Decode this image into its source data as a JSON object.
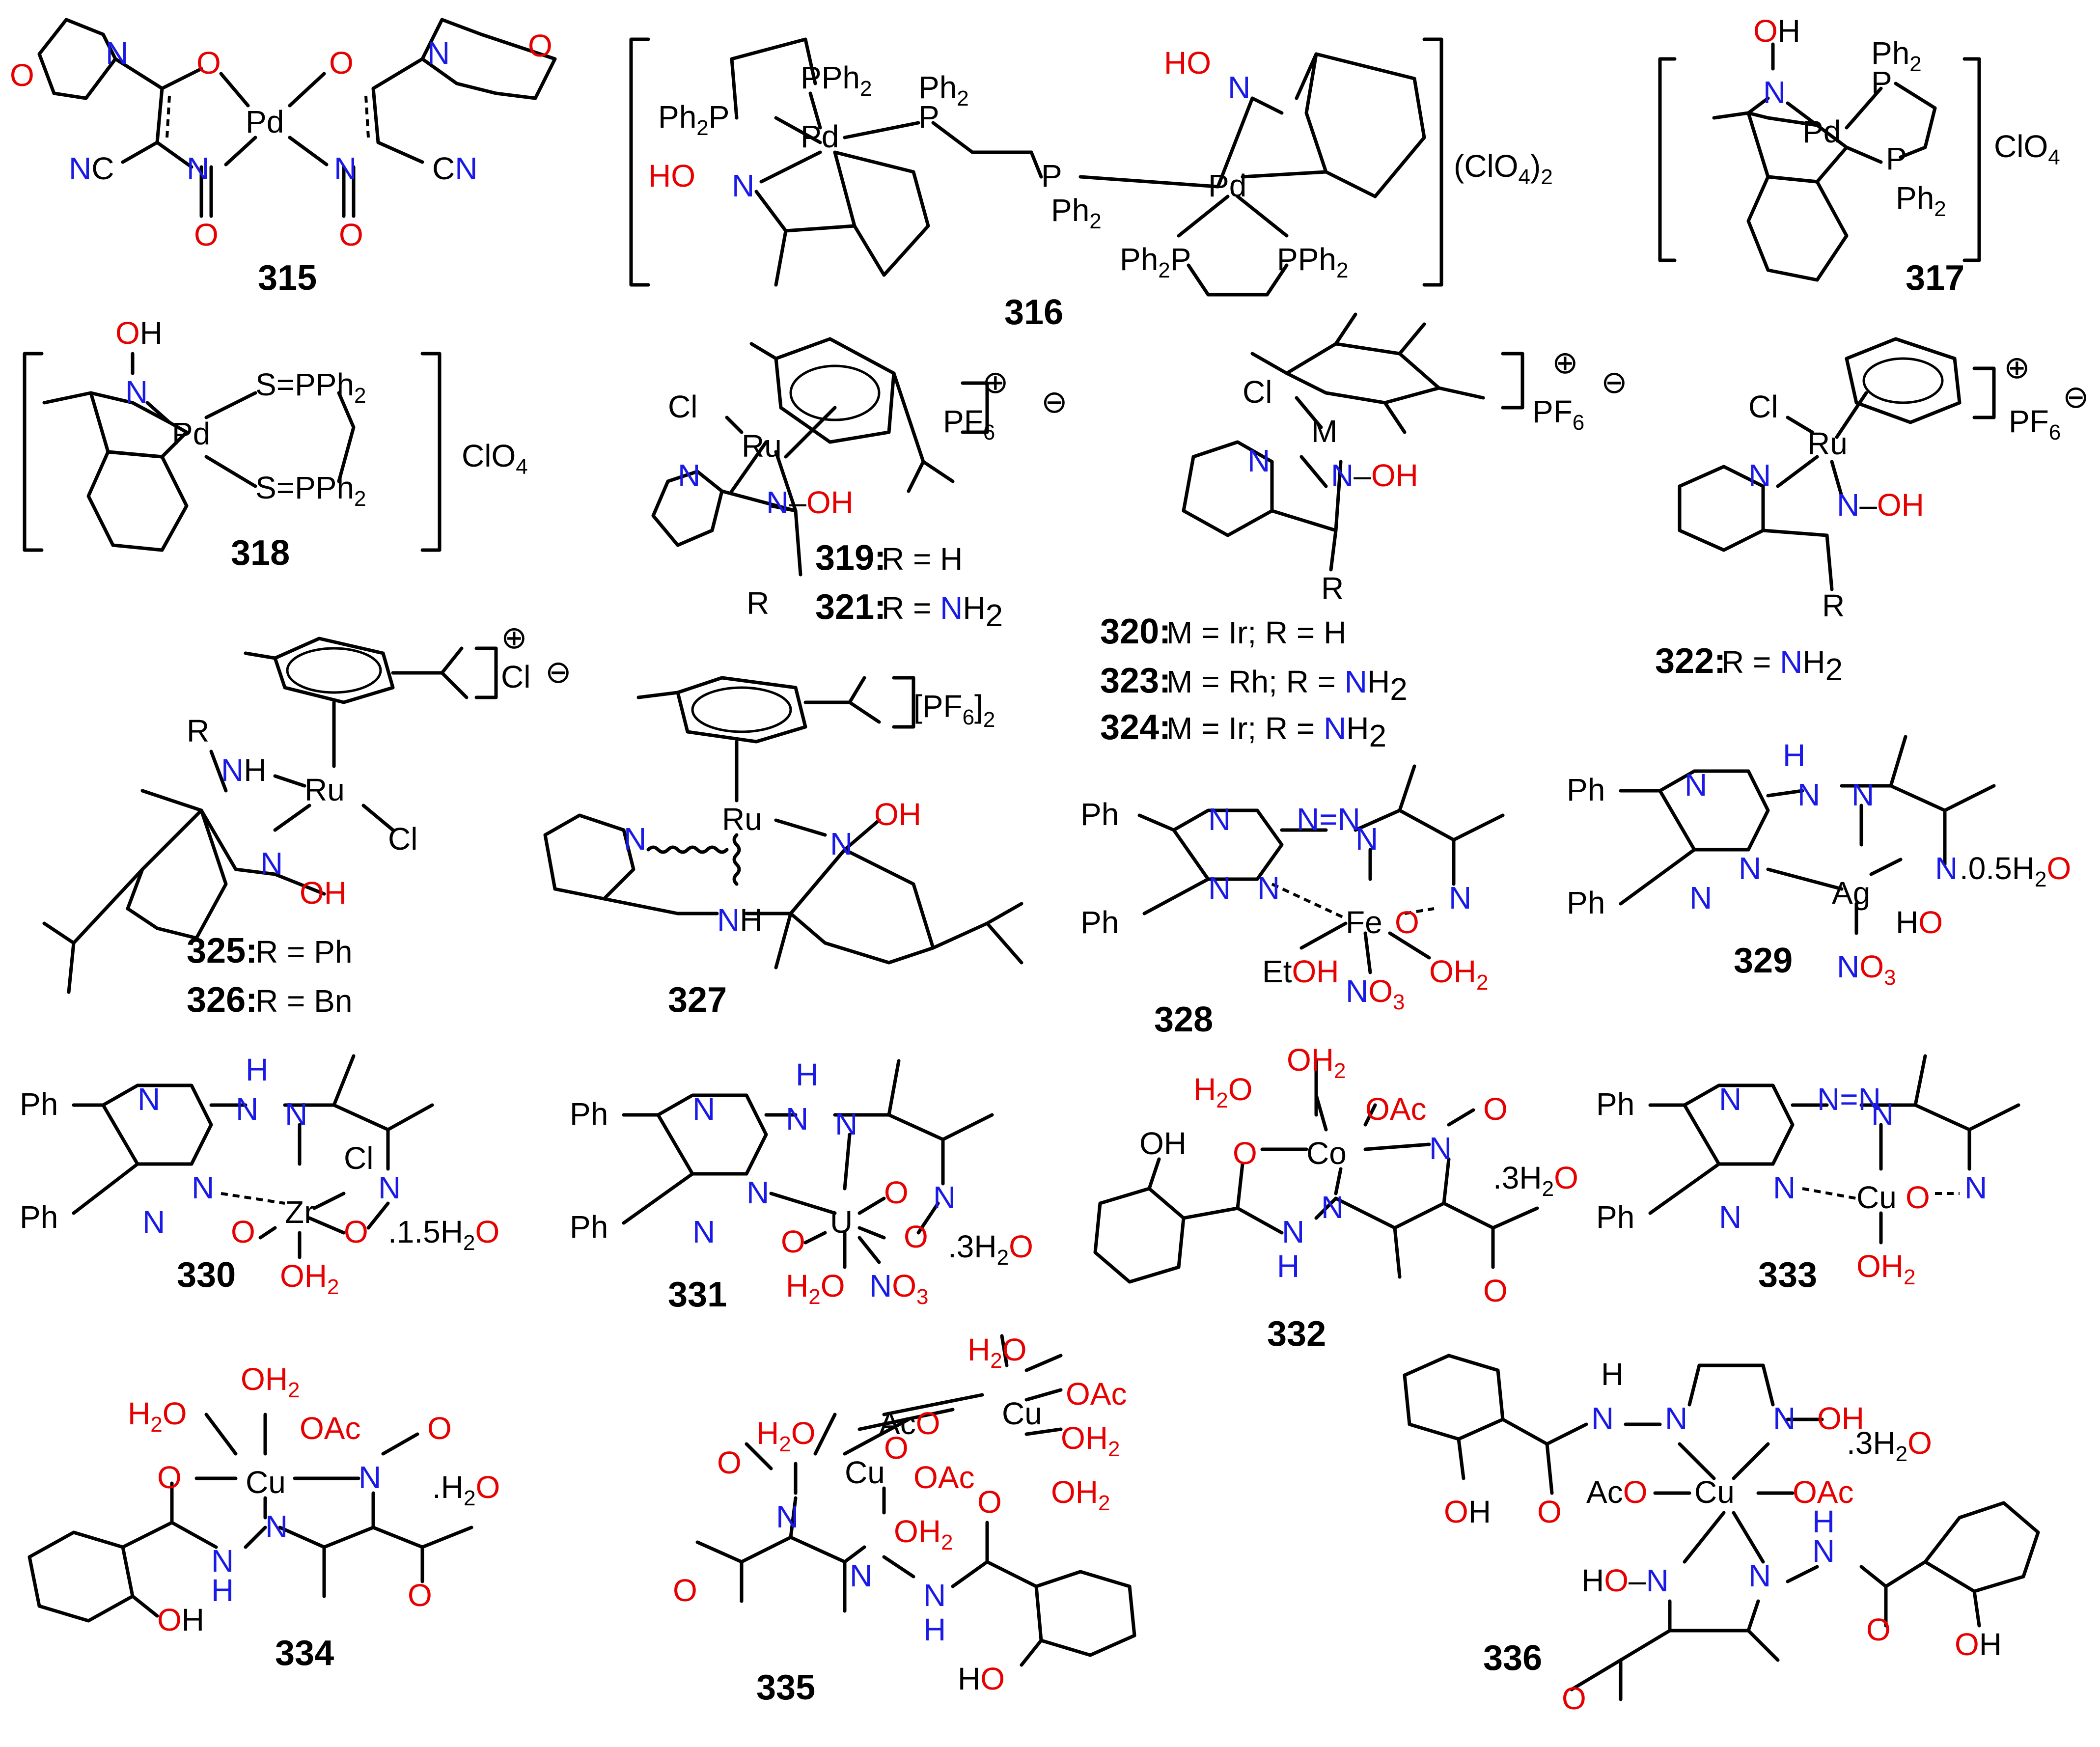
{
  "colors": {
    "nitrogen": "#1a1ae6",
    "oxygen": "#e60000",
    "bond": "#000000"
  },
  "compounds": [
    {
      "id": "315",
      "atoms": [
        "Pd",
        "O",
        "N",
        "NC",
        "CN"
      ]
    },
    {
      "id": "316",
      "atoms": [
        "Pd",
        "Pd",
        "PPh2",
        "Ph2P",
        "Ph2",
        "HO",
        "N"
      ],
      "counterion": "(ClO4)2"
    },
    {
      "id": "317",
      "atoms": [
        "Pd",
        "N",
        "OH",
        "P",
        "Ph2"
      ],
      "counterion": "ClO4"
    },
    {
      "id": "318",
      "atoms": [
        "Pd",
        "N",
        "OH",
        "S=PPh2"
      ],
      "counterion": "ClO4"
    },
    {
      "id": "319",
      "formula": "R = H"
    },
    {
      "id": "321",
      "formula": "R = NH2"
    },
    {
      "id": "320",
      "formula": "M = Ir; R = H"
    },
    {
      "id": "323",
      "formula": "M = Rh; R = NH2"
    },
    {
      "id": "324",
      "formula": "M = Ir; R = NH2"
    },
    {
      "id": "322",
      "formula": "R = NH2"
    },
    {
      "id": "325",
      "formula": "R = Ph"
    },
    {
      "id": "326",
      "formula": "R = Bn"
    },
    {
      "id": "327",
      "counterion": "[PF6]2"
    },
    {
      "id": "328",
      "metal": "Fe"
    },
    {
      "id": "329",
      "metal": "Ag",
      "solvate": ".0.5H2O"
    },
    {
      "id": "330",
      "metal": "Zr",
      "solvate": ".1.5H2O"
    },
    {
      "id": "331",
      "metal": "U",
      "solvate": ".3H2O"
    },
    {
      "id": "332",
      "metal": "Co",
      "solvate": ".3H2O"
    },
    {
      "id": "333",
      "metal": "Cu"
    },
    {
      "id": "334",
      "metal": "Cu",
      "solvate": ".H2O"
    },
    {
      "id": "335",
      "metal": "Cu"
    },
    {
      "id": "336",
      "metal": "Cu",
      "solvate": ".3H2O"
    }
  ],
  "labels": {
    "n315": "315",
    "n316": "316",
    "n317": "317",
    "n318": "318",
    "n319": "319:",
    "n321": "321:",
    "n320": "320:",
    "n323": "323:",
    "n324": "324:",
    "n322": "322:",
    "n325": "325:",
    "n326": "326:",
    "n327": "327",
    "n328": "328",
    "n329": "329",
    "n330": "330",
    "n331": "331",
    "n332": "332",
    "n333": "333",
    "n334": "334",
    "n335": "335",
    "n336": "336",
    "t319": "R = H",
    "t321": "R = ",
    "t320": "M = Ir; R = H",
    "t323": "M = Rh; R = ",
    "t324": "M = Ir; R = ",
    "t322": "R = ",
    "t325": "R = Ph",
    "t326": "R = Bn"
  }
}
